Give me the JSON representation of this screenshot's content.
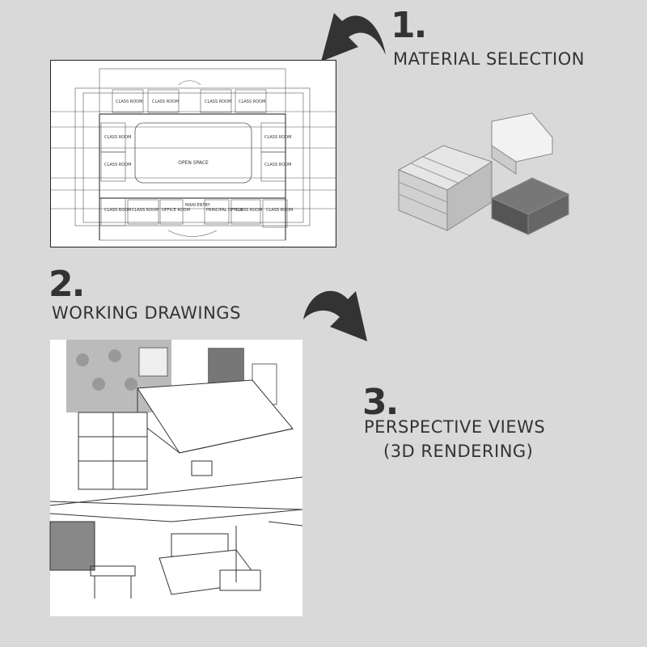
{
  "steps": [
    {
      "number": "1.",
      "label": "MATERIAL SELECTION"
    },
    {
      "number": "2.",
      "label": "WORKING DRAWINGS"
    },
    {
      "number": "3.",
      "label": "PERSPECTIVE VIEWS",
      "sublabel": "(3D RENDERING)"
    }
  ],
  "floor_plan": {
    "center_label": "OPEN SPACE",
    "room_label": "CLASS ROOM",
    "office_label": "OFFICE ROOM",
    "entry_label": "MAIN ENTRY",
    "principal_label": "PRINCIPAL OFFICE"
  },
  "colors": {
    "background": "#d9d9d9",
    "text": "#333333"
  }
}
